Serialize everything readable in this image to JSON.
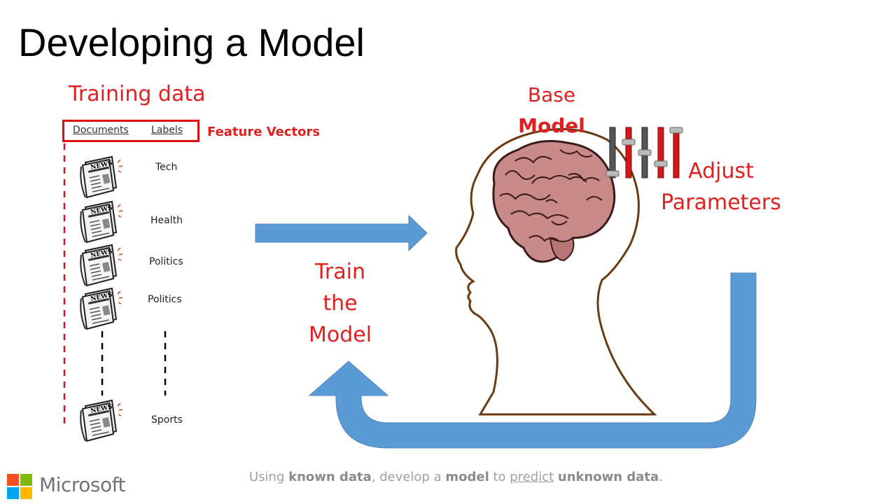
{
  "slide": {
    "title": "Developing a Model",
    "training_data_label": "Training data",
    "feature_vectors_label": "Feature Vectors",
    "columns": {
      "documents": "Documents",
      "labels": "Labels"
    },
    "documents": [
      {
        "icon": "newspaper-icon",
        "icon_text": "NEWS",
        "label": "Tech"
      },
      {
        "icon": "newspaper-icon",
        "icon_text": "NEWS",
        "label": "Health"
      },
      {
        "icon": "newspaper-icon",
        "icon_text": "NEWS",
        "label": "Politics"
      },
      {
        "icon": "newspaper-icon",
        "icon_text": "NEWS",
        "label": "Politics"
      },
      {
        "icon": "newspaper-icon",
        "icon_text": "NEWS",
        "label": "Sports"
      }
    ],
    "base_model": {
      "line1": "Base",
      "line2": "Model"
    },
    "adjust_parameters": {
      "line1": "Adjust",
      "line2": "Parameters"
    },
    "train_model": {
      "line1": "Train",
      "line2": "the",
      "line3": "Model"
    },
    "footer": {
      "p1": "Using ",
      "b1": "known data",
      "p2": ", develop a ",
      "b2": "model",
      "p3": " to ",
      "u1": "predict",
      "p4": " ",
      "b3": "unknown data",
      "p5": "."
    },
    "brand": {
      "name": "Microsoft",
      "colors": [
        "#f25022",
        "#7fba00",
        "#00a4ef",
        "#ffb900"
      ]
    },
    "colors": {
      "accent_red": "#e02020",
      "arrow_blue": "#5b9bd5",
      "head_outline": "#6b3a12",
      "brain": "#c98080"
    }
  }
}
